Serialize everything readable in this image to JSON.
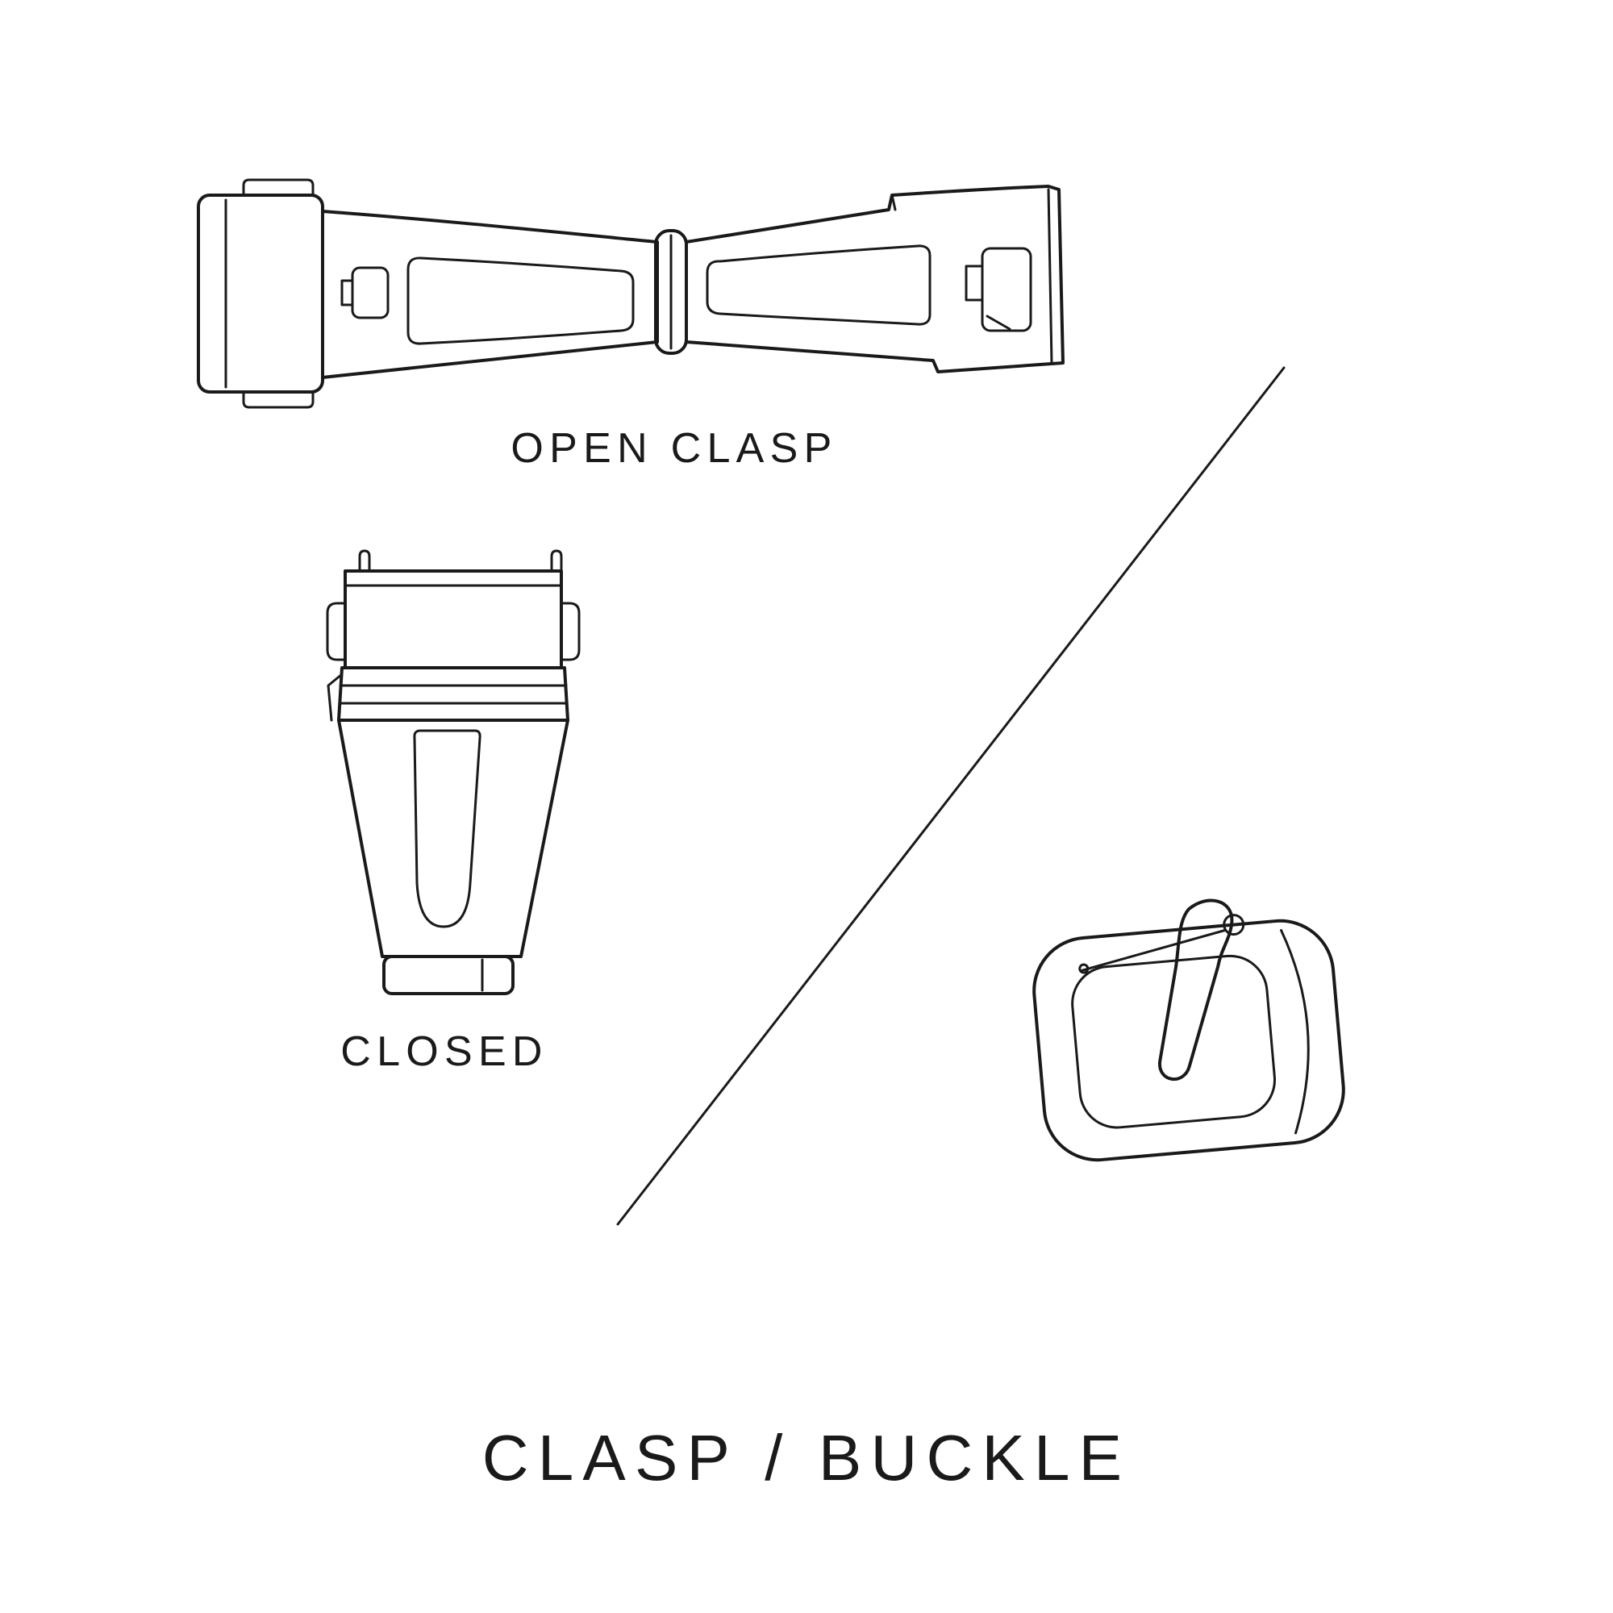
{
  "colors": {
    "background": "#ffffff",
    "ink": "#1a1a1a"
  },
  "title": "CLASP / BUCKLE",
  "figures": {
    "open_clasp": {
      "label": "OPEN CLASP"
    },
    "closed_clasp": {
      "label": "CLOSED"
    },
    "buckle": {
      "label": ""
    }
  }
}
